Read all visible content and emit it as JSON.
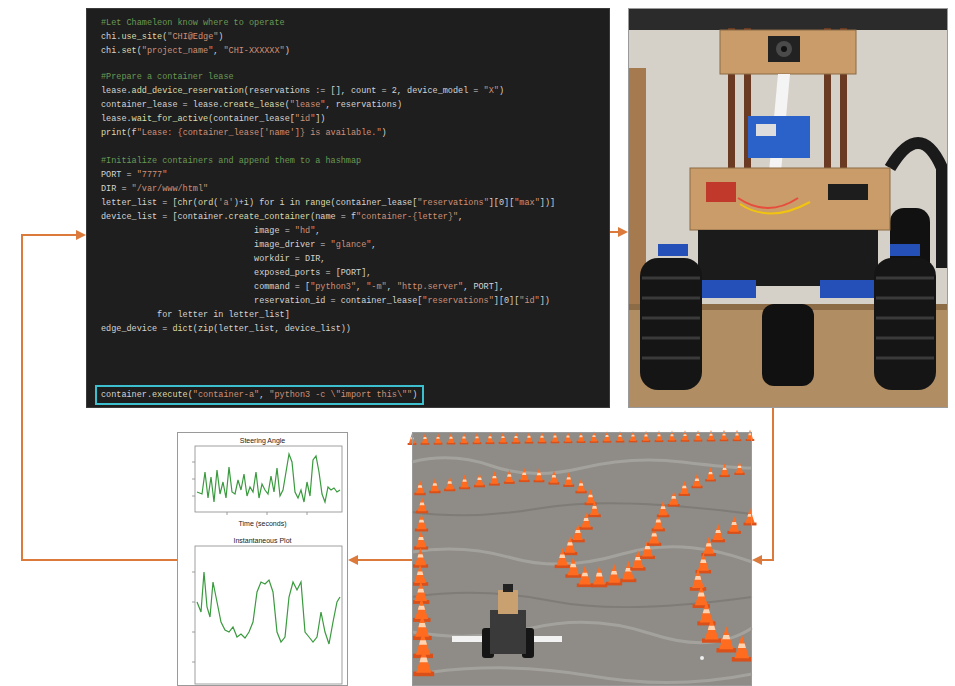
{
  "diagram": {
    "nodes": [
      {
        "text": [
          "#Let Chameleon know where to operate",
          "chi.use_site(\"CHI@Edge\")",
          "chi.set(\"project_name\", \"CHI-XXXXXX\")",
          "#Prepare a container lease",
          "lease.add_device_reservation(reservations := [], count = 2, device_model = \"X\")",
          "container_lease = lease.create_lease(\"lease\", reservations)",
          "lease.wait_for_active(container_lease[\"id\"])",
          "print(f\"Lease: {container_lease['name']} is available.\")",
          "#Initialize containers and append them to a hashmap",
          "PORT = \"7777\"",
          "DIR = \"/var/www/html\"",
          "letter_list = [chr(ord('a')+i) for i in range(container_lease[\"reservations\"][0][\"max\"])]",
          "device_list = [container.create_container(name = f\"container-{letter}\",",
          "                              image = \"hd\",",
          "                              image_driver = \"glance\",",
          "                              workdir = DIR,",
          "                              exposed_ports = [PORT],",
          "                              command = [\"python3\", \"-m\", \"http.server\", PORT],",
          "                              reservation_id = container_lease[\"reservations\"][0][\"id\"])",
          "           for letter in letter_list]",
          "edge_device = dict(zip(letter_list, device_list))"
        ]
      },
      {
        "text": [
          "container.execute(\"container-a\", \"python3 -c \\\"import this\\\"\")"
        ],
        "in": 0
      },
      {
        "text": []
      },
      {
        "text": [
          "Steering Angle",
          "Time (seconds)",
          "Instantaneous Plot"
        ]
      },
      {
        "text": []
      }
    ],
    "edges": [
      {
        "from": 1,
        "to": 2,
        "arrow": "to"
      },
      {
        "from": 2,
        "to": 4,
        "arrow": "to"
      },
      {
        "from": 4,
        "to": 3,
        "arrow": "to"
      },
      {
        "from": 3,
        "to": 0,
        "arrow": "to"
      }
    ]
  }
}
